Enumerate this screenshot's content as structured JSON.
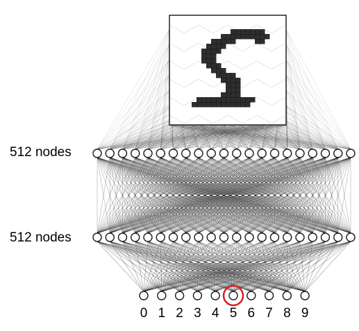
{
  "layers": {
    "hidden_1": {
      "label": "512 nodes",
      "shown_nodes": 21
    },
    "hidden_2": {
      "label": "512 nodes",
      "shown_nodes": 21
    }
  },
  "output": {
    "digits": [
      "0",
      "1",
      "2",
      "3",
      "4",
      "5",
      "6",
      "7",
      "8",
      "9"
    ],
    "highlighted_digit": "5",
    "highlight_color": "#d42020"
  },
  "input_image": {
    "depicted_digit": "5",
    "description_icon": "handwritten-digit-image"
  },
  "colors": {
    "node_stroke": "#1a1a1a",
    "edge": "#000000",
    "background": "#ffffff"
  }
}
